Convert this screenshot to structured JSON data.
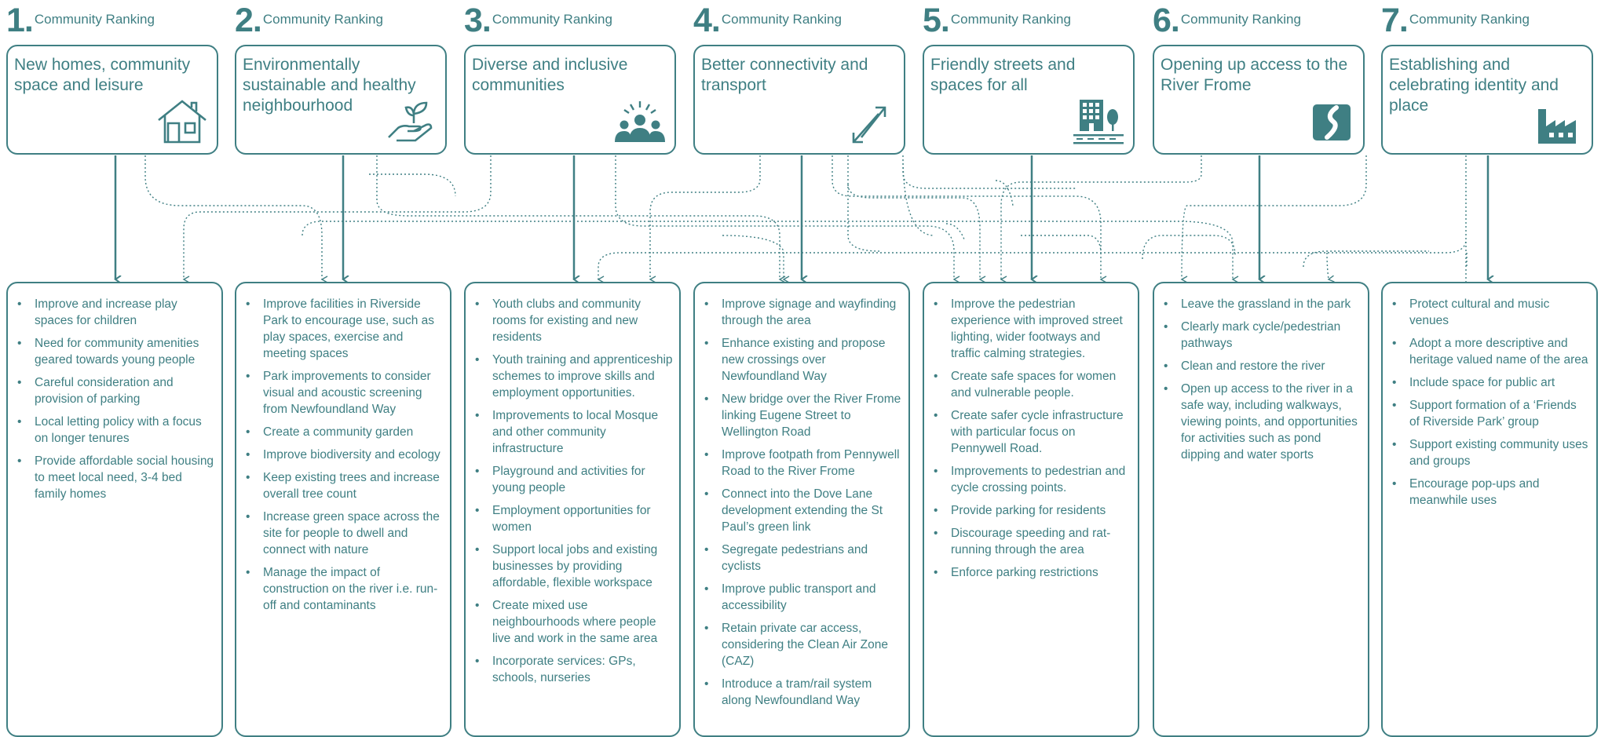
{
  "rank_label": "Community Ranking",
  "accent_color": "#3f7f83",
  "themes": [
    {
      "number": "1.",
      "title": "New homes, community space and leisure",
      "icon": "house-icon",
      "items": [
        "Improve and increase play spaces for children",
        "Need for community amenities geared towards young people",
        "Careful consideration and provision of parking",
        "Local letting policy with a focus on longer tenures",
        "Provide affordable social housing to meet local need, 3-4 bed family homes"
      ]
    },
    {
      "number": "2.",
      "title": "Environmentally sustainable and healthy neighbourhood",
      "icon": "plant-hand-icon",
      "items": [
        "Improve facilities in Riverside Park to encourage use, such as play spaces, exercise and meeting spaces",
        "Park improvements to consider visual and acoustic screening from Newfoundland Way",
        "Create a community garden",
        "Improve biodiversity and ecology",
        "Keep existing trees and increase overall tree count",
        "Increase green space across the site for people to dwell and connect with nature",
        "Manage the impact of construction on the river i.e. run-off and contaminants"
      ]
    },
    {
      "number": "3.",
      "title": "Diverse and inclusive communities",
      "icon": "people-group-icon",
      "items": [
        "Youth clubs and community rooms for existing and new residents",
        "Youth training and apprenticeship schemes to improve skills and employment opportunities.",
        "Improvements to local Mosque and other community infrastructure",
        "Playground and activities for young people",
        "Employment opportunities for women",
        "Support local jobs and existing businesses by providing affordable, flexible workspace",
        "Create mixed use neighbourhoods where people live and work in the same area",
        "Incorporate services: GPs, schools, nurseries"
      ]
    },
    {
      "number": "4.",
      "title": "Better connectivity and transport",
      "icon": "diagonal-arrows-icon",
      "items": [
        "Improve signage and wayfinding through the area",
        "Enhance existing and propose new crossings over Newfoundland Way",
        "New bridge over the River Frome linking Eugene Street to Wellington Road",
        "Improve footpath from Pennywell Road to the River Frome",
        "Connect into the Dove Lane development extending the St Paul’s green link",
        "Segregate pedestrians and cyclists",
        "Improve public transport and accessibility",
        "Retain private car access, considering the Clean Air Zone (CAZ)",
        "Introduce a tram/rail system along Newfoundland Way"
      ]
    },
    {
      "number": "5.",
      "title": "Friendly streets and spaces for all",
      "icon": "building-tree-icon",
      "items": [
        "Improve the pedestrian experience with improved street lighting, wider footways and traffic calming strategies.",
        "Create safe spaces for women and vulnerable people.",
        "Create safer cycle infrastructure with particular focus on Pennywell Road.",
        "Improvements to pedestrian and cycle crossing points.",
        "Provide parking for residents",
        "Discourage speeding and rat-running through the area",
        "Enforce parking restrictions"
      ]
    },
    {
      "number": "6.",
      "title": "Opening up access to the River Frome",
      "icon": "river-icon",
      "items": [
        "Leave the grassland in the park",
        "Clearly mark cycle/pedestrian pathways",
        "Clean and restore the river",
        "Open up access to the river in a safe way, including walkways, viewing points, and opportunities for activities such as pond dipping and water sports"
      ]
    },
    {
      "number": "7.",
      "title": "Establishing and celebrating identity and place",
      "icon": "factory-icon",
      "items": [
        "Protect cultural and music venues",
        "Adopt a more descriptive and heritage valued name of the area",
        "Include space for public art",
        "Support formation of a ‘Friends of Riverside Park’ group",
        "Support existing community uses and groups",
        "Encourage pop-ups and meanwhile uses"
      ]
    }
  ]
}
